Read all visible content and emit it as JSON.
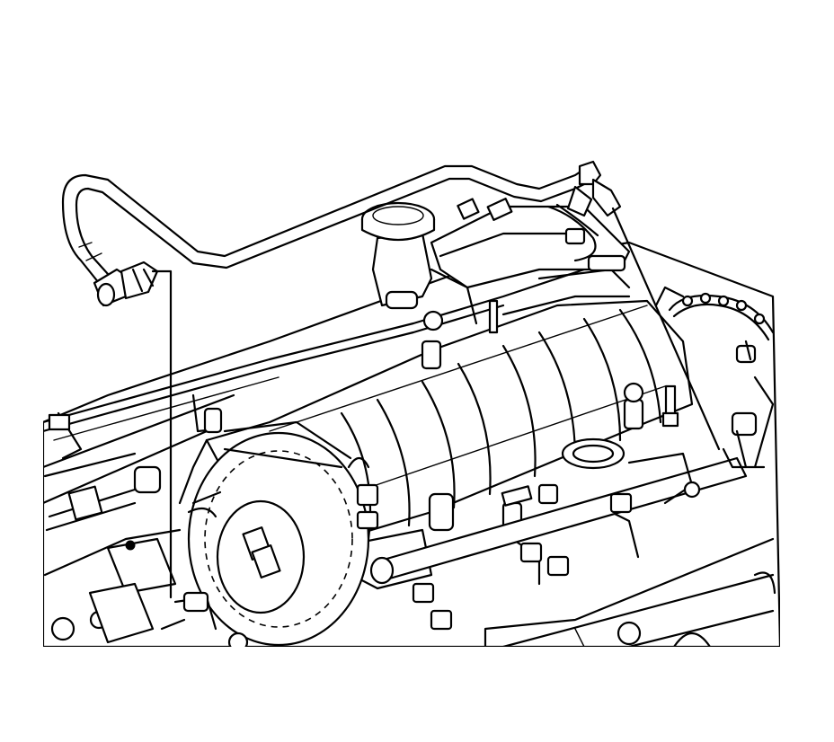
{
  "diagram": {
    "background": "#ffffff",
    "line_color": "#000000",
    "components": [
      "pcv-hose",
      "hose-connector",
      "oil-filler-cap",
      "intake-manifold",
      "throttle-body",
      "fuel-rail",
      "fuel-injector",
      "engine-block",
      "wiring-harness"
    ]
  }
}
